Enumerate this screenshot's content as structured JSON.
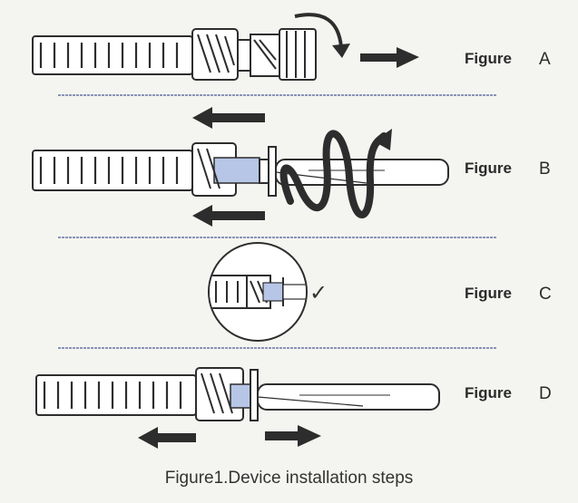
{
  "steps": [
    {
      "label": "Figure",
      "letter": "A"
    },
    {
      "label": "Figure",
      "letter": "B"
    },
    {
      "label": "Figure",
      "letter": "C"
    },
    {
      "label": "Figure",
      "letter": "D"
    }
  ],
  "check_mark": "✓",
  "caption": "Figure1.Device installation steps",
  "colors": {
    "line": "#2d2d2d",
    "divider": "#8a93b8",
    "fill_light": "#ffffff",
    "fill_blue": "#b7c6e6"
  }
}
